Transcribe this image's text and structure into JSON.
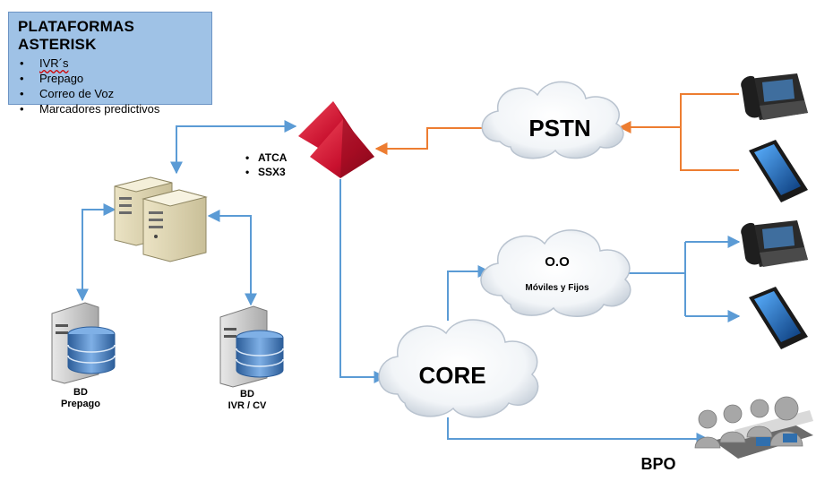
{
  "info_box": {
    "title": "PLATAFORMAS ASTERISK",
    "items": [
      "IVR´s",
      "Prepago",
      "Correo de Voz",
      "Marcadores predictivos"
    ]
  },
  "switch_features": [
    "ATCA",
    "SSX3"
  ],
  "clouds": {
    "pstn": "PSTN",
    "oo_title": "O.O",
    "oo_subtitle": "Móviles y Fijos",
    "core": "CORE"
  },
  "databases": {
    "prepago_line1": "BD",
    "prepago_line2": "Prepago",
    "ivr_line1": "BD",
    "ivr_line2": "IVR / CV"
  },
  "bpo_label": "BPO",
  "colors": {
    "blue_line": "#5b9bd5",
    "orange_line": "#ed7d31",
    "info_box_bg": "#9fc2e6",
    "switch_red": "#c8102e"
  },
  "icons": [
    "server-pair-icon",
    "database-server-icon",
    "desk-phone-icon",
    "smartphone-icon",
    "red-switch-icon",
    "call-center-agents-icon",
    "cloud-icon"
  ]
}
